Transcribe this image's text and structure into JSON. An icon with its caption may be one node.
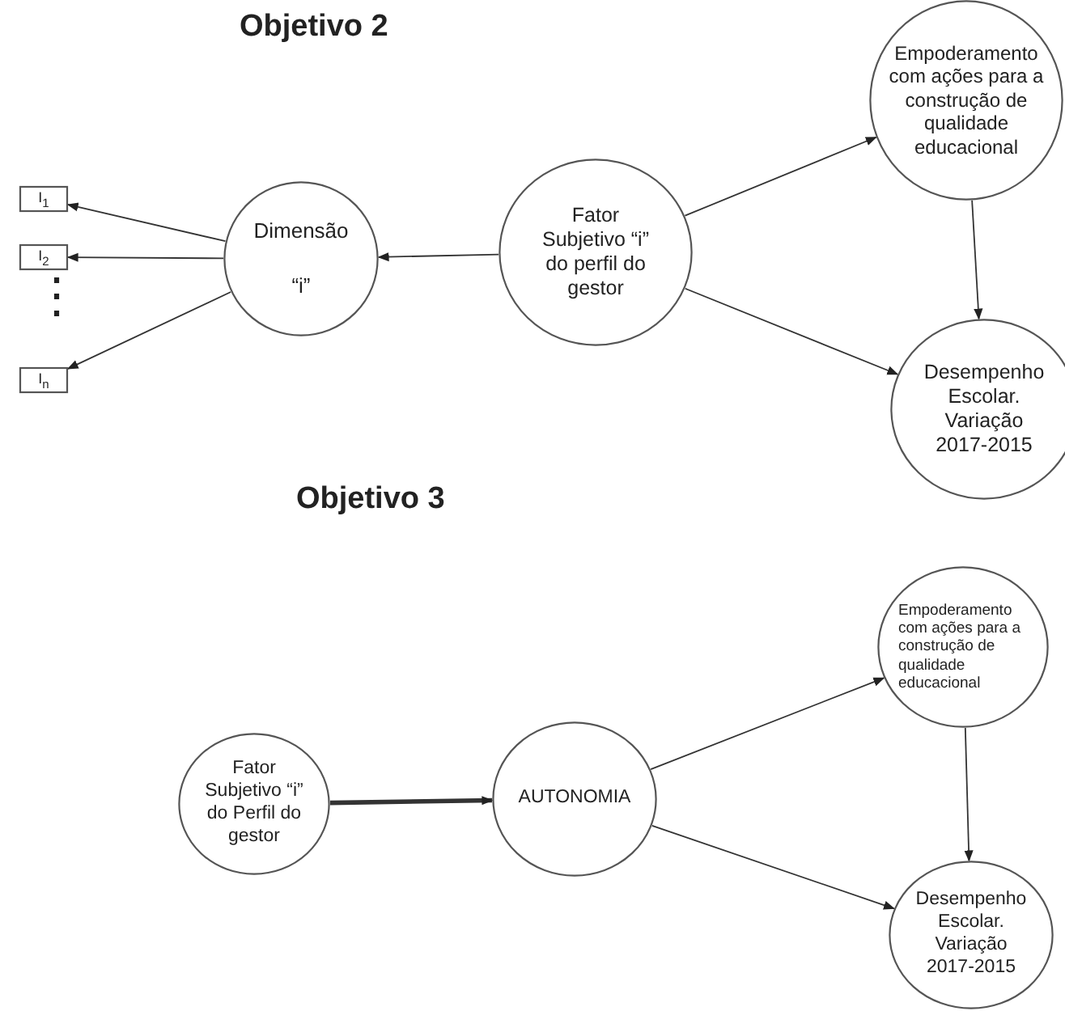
{
  "diagram": {
    "nodes": [
      {
        "text": [
          "I$_{1}$"
        ]
      },
      {
        "text": [
          "I$_{2}$"
        ]
      },
      {
        "text": [
          "I$_{n}$"
        ]
      },
      {
        "text": [
          "Dimensão",
          "“i”"
        ]
      },
      {
        "text": [
          "Fator Subjetivo “i” do perfil do gestor"
        ]
      },
      {
        "text": [
          "Empoderamento com ações para a construção de qualidade educacional"
        ]
      },
      {
        "text": [
          "Desempenho Escolar. Variação 2017-2015"
        ]
      },
      {
        "text": [
          "Fator Subjetivo “i” do Perfil do gestor"
        ]
      },
      {
        "text": [
          "AUTONOMIA"
        ]
      },
      {
        "text": [
          "Empoderamento com ações para a construção de qualidade educacional"
        ]
      },
      {
        "text": [
          "Desempenho Escolar. Variação 2017-2015"
        ]
      }
    ],
    "edges": [
      {
        "from": 3,
        "to": 0,
        "arrow": "to"
      },
      {
        "from": 3,
        "to": 1,
        "arrow": "to"
      },
      {
        "from": 3,
        "to": 2,
        "arrow": "to"
      },
      {
        "from": 4,
        "to": 3,
        "arrow": "to"
      },
      {
        "from": 4,
        "to": 5,
        "arrow": "to"
      },
      {
        "from": 5,
        "to": 6,
        "arrow": "to"
      },
      {
        "from": 4,
        "to": 6,
        "arrow": "to"
      },
      {
        "from": 7,
        "to": 8,
        "arrow": "to",
        "style": "thick"
      },
      {
        "from": 8,
        "to": 9,
        "arrow": "to"
      },
      {
        "from": 9,
        "to": 10,
        "arrow": "to"
      },
      {
        "from": 8,
        "to": 10,
        "arrow": "to"
      }
    ],
    "labels": [
      "Objetivo 2",
      "⋮",
      "Objetivo 3"
    ]
  }
}
